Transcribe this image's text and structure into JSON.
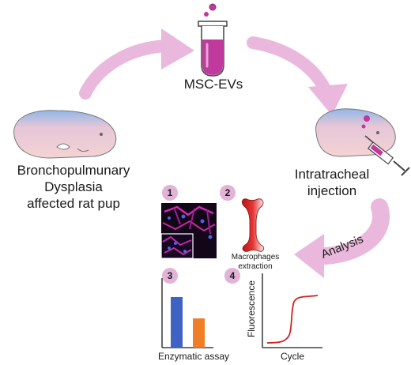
{
  "labels": {
    "source_line1": "Bronchopulmunary",
    "source_line2": "Dysplasia",
    "source_line3": "affected rat pup",
    "msc_evs": "MSC-EVs",
    "treated_line1": "Intratracheal",
    "treated_line2": "injection",
    "analysis": "Analysis",
    "macrophages_line1": "Macrophages",
    "macrophages_line2": "extraction",
    "enzymatic_assay": "Enzymatic assay",
    "fluorescence": "Fluorescence",
    "cycle": "Cycle"
  },
  "panels": {
    "p1": "1",
    "p2": "2",
    "p3": "3",
    "p4": "4"
  },
  "colors": {
    "arrow": "#eab8dc",
    "rat_body": "#f3d3d3",
    "rat_blue": "#8fb8e8",
    "tube_liquid": "#c0399c",
    "badge": "#e2b3d6",
    "bar_blue": "#3f63c3",
    "bar_orange": "#f07e26",
    "curve_red": "#d61f1f"
  },
  "enzymatic_bars": [
    1.0,
    0.58
  ]
}
